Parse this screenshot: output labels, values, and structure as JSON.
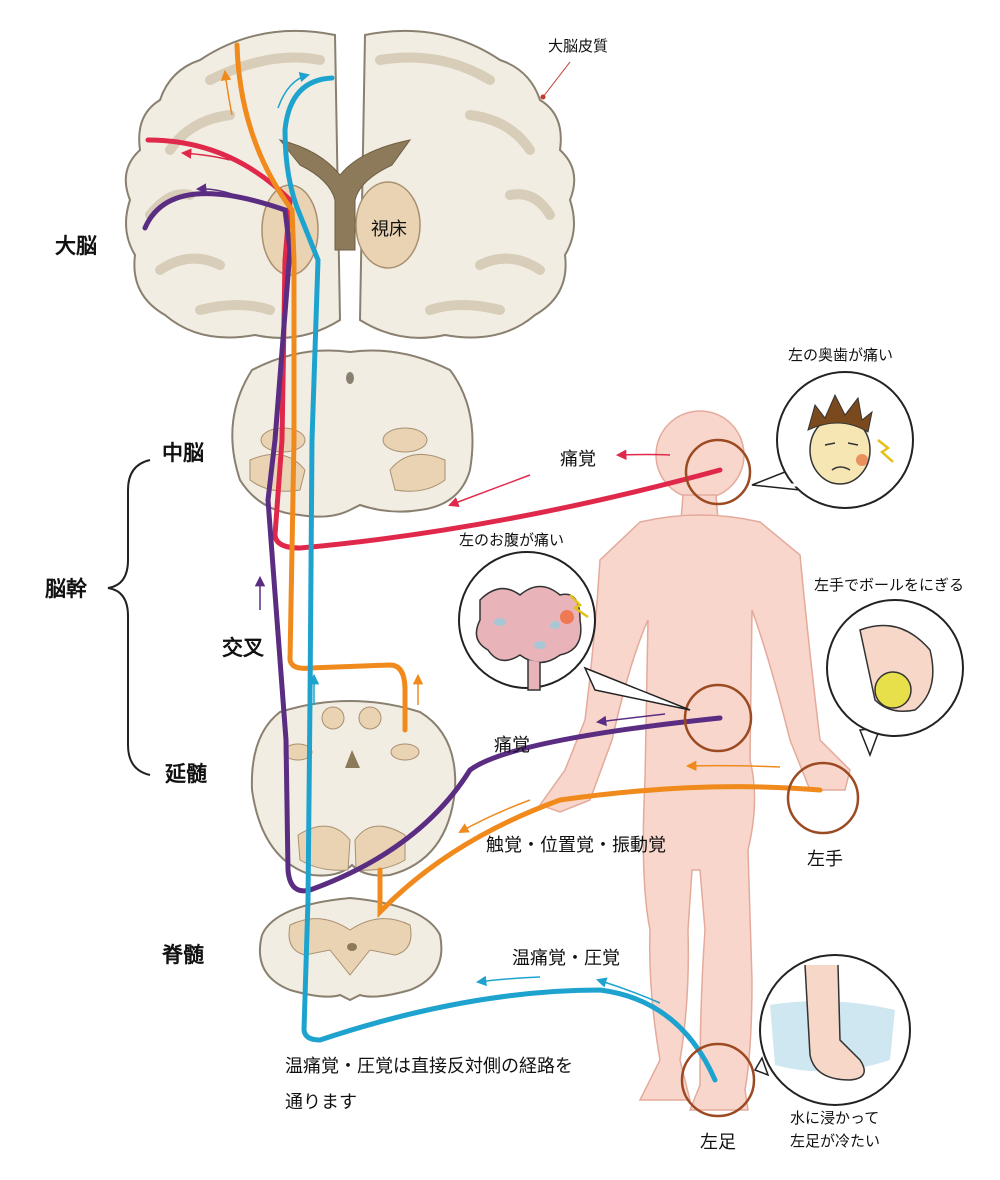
{
  "labels": {
    "cerebrum": "大脳",
    "cerebral_cortex": "大脳皮質",
    "thalamus": "視床",
    "midbrain": "中脳",
    "brainstem": "脳幹",
    "decussation": "交叉",
    "medulla": "延髄",
    "spinal_cord": "脊髄"
  },
  "pathways": {
    "pain_upper": "痛覚",
    "pain_lower": "痛覚",
    "touch": "触覚・位置覚・振動覚",
    "temp": "温痛覚・圧覚"
  },
  "body_parts": {
    "left_hand": "左手",
    "left_foot": "左足"
  },
  "bubbles": {
    "tooth": "左の奥歯が痛い",
    "belly": "左のお腹が痛い",
    "ball": "左手でボールをにぎる",
    "water_line1": "水に浸かって",
    "water_line2": "左足が冷たい"
  },
  "note": {
    "line1": "温痛覚・圧覚は直接反対側の経路を",
    "line2": "通ります"
  },
  "colors": {
    "red_pathway": "#e0294a",
    "purple_pathway": "#5a2d82",
    "orange_pathway": "#f08a1c",
    "blue_pathway": "#1ea3cf",
    "brain_tissue": "#f2ede2",
    "brain_outline": "#8a8070",
    "gray_matter": "#e9d3b3",
    "ventricle": "#8c7a5a",
    "body_skin": "#f8d6cc",
    "circle_ring": "#9c4a22"
  }
}
